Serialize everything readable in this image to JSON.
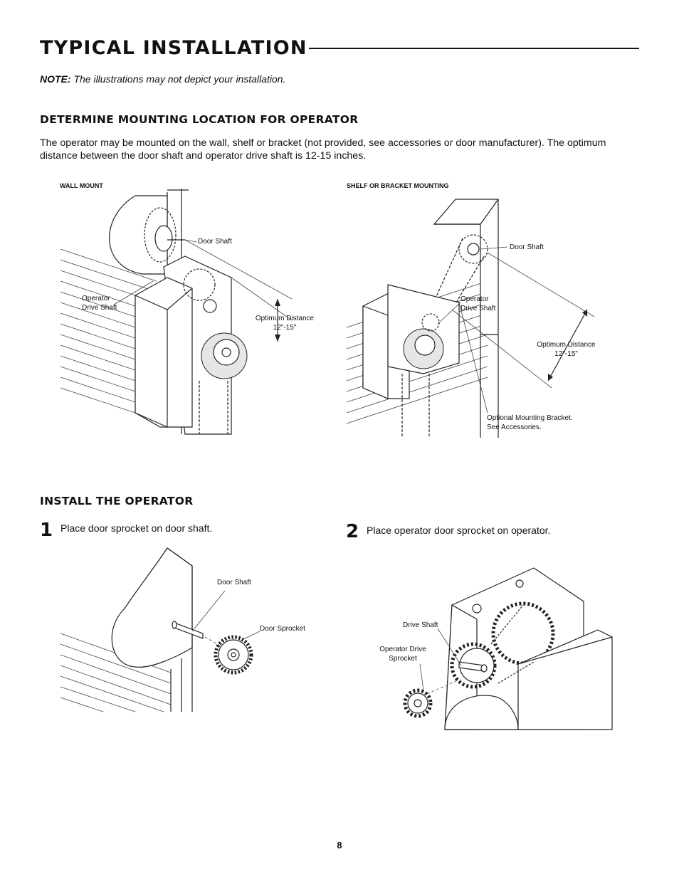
{
  "page": {
    "title": "TYPICAL INSTALLATION",
    "note_label": "NOTE:",
    "note_text": " The illustrations may not depict your installation.",
    "page_number": "8"
  },
  "mounting": {
    "heading": "DETERMINE MOUNTING LOCATION FOR OPERATOR",
    "description": "The operator may be mounted on the wall, shelf or bracket (not provided, see accessories or door manufacturer). The optimum distance between the door shaft and operator drive shaft is 12-15 inches.",
    "wall_mount": {
      "caption": "WALL MOUNT",
      "door_shaft": "Door Shaft",
      "operator_drive_shaft_1": "Operator",
      "operator_drive_shaft_2": "Drive Shaft",
      "optimum_distance_1": "Optimum Distance",
      "optimum_distance_2": "12\"-15\""
    },
    "shelf_mount": {
      "caption": "SHELF OR BRACKET MOUNTING",
      "door_shaft": "Door Shaft",
      "operator_drive_shaft_1": "Operator",
      "operator_drive_shaft_2": "Drive Shaft",
      "optimum_distance_1": "Optimum Distance",
      "optimum_distance_2": "12\"-15\"",
      "bracket_1": "Optional Mounting Bracket.",
      "bracket_2": "See Accessories."
    }
  },
  "install": {
    "heading": "INSTALL THE OPERATOR",
    "step1": {
      "number": "1",
      "text": "Place door sprocket on door shaft.",
      "door_shaft": "Door Shaft",
      "door_sprocket": "Door Sprocket"
    },
    "step2": {
      "number": "2",
      "text": "Place operator door sprocket on operator.",
      "drive_shaft": "Drive Shaft",
      "operator_drive_sprocket_1": "Operator Drive",
      "operator_drive_sprocket_2": "Sprocket"
    }
  }
}
